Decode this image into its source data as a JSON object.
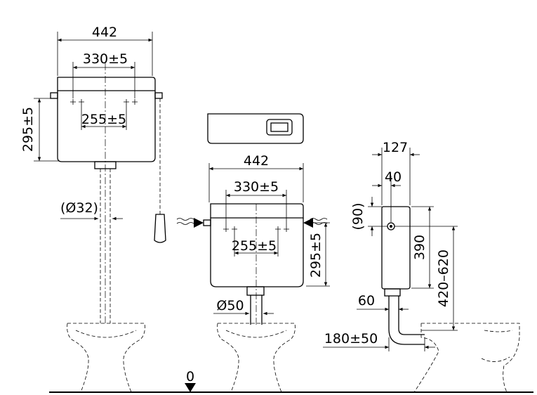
{
  "dimensions": {
    "left_width": "442",
    "left_holes": "330±5",
    "left_inner": "255±5",
    "left_height": "295±5",
    "left_pipe": "(Ø32)",
    "mid_width": "442",
    "mid_holes": "330±5",
    "mid_inner": "255±5",
    "mid_height": "295±5",
    "mid_pipe": "Ø50",
    "side_depth": "127",
    "side_offset": "40",
    "side_top": "(90)",
    "side_height": "390",
    "side_range": "420–620",
    "side_pipe": "60",
    "side_projection": "180±50",
    "floor_level": "0"
  }
}
